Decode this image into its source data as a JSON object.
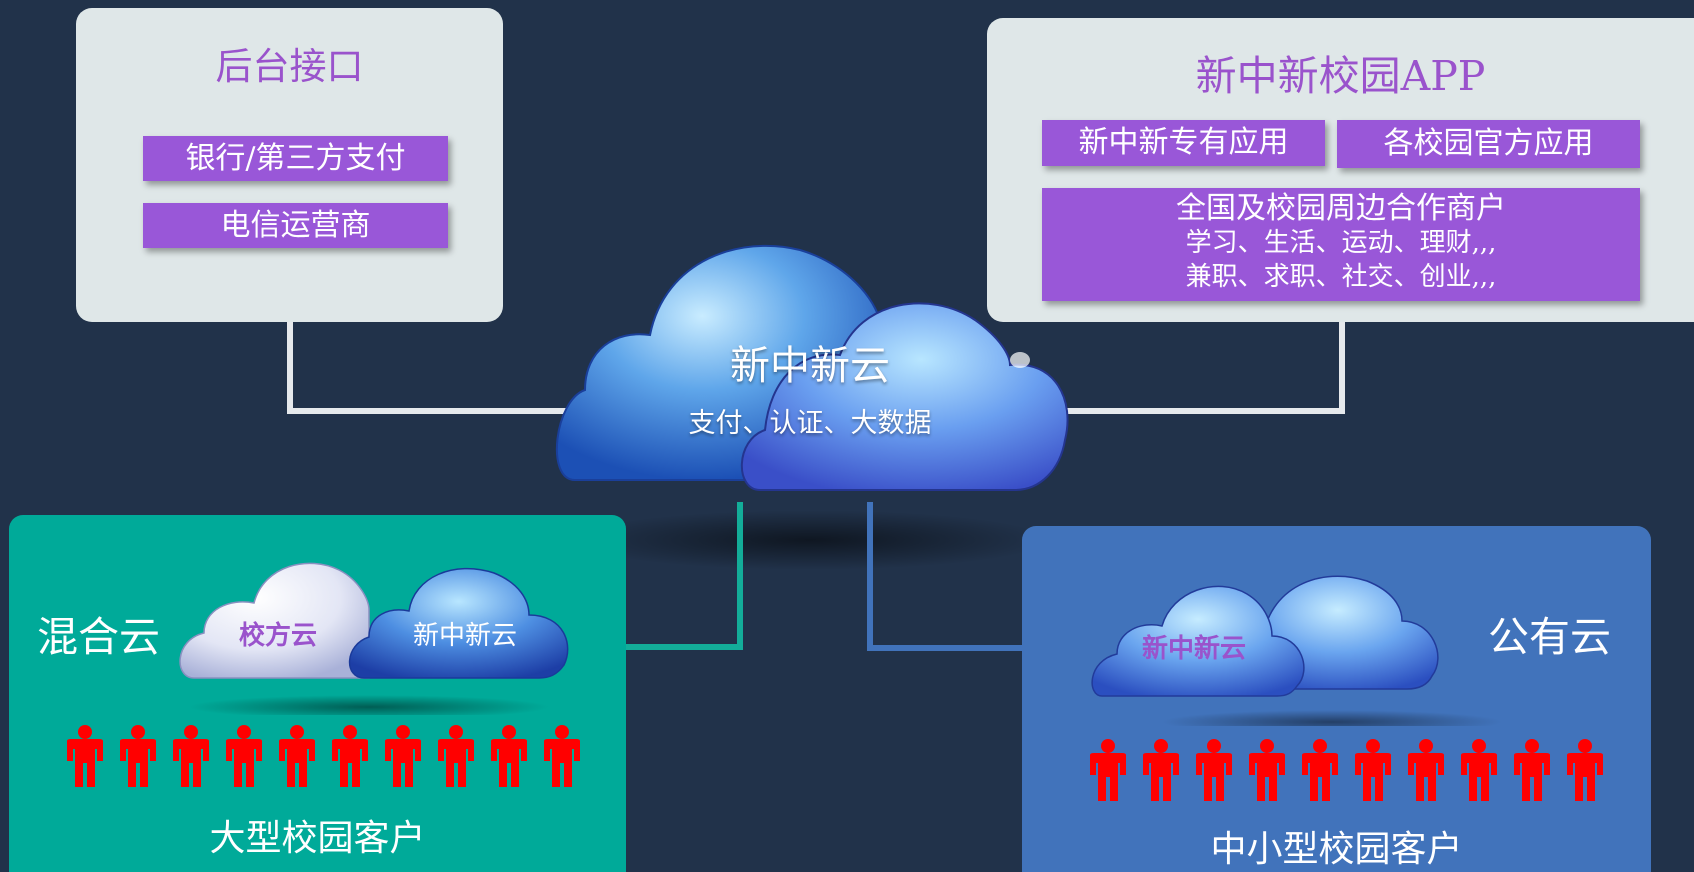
{
  "backend": {
    "title": "后台接口",
    "items": [
      "银行/第三方支付",
      "电信运营商"
    ]
  },
  "app": {
    "title": "新中新校园APP",
    "exclusive": "新中新专有应用",
    "official": "各校园官方应用",
    "merchants": [
      "全国及校园周边合作商户",
      "学习、生活、运动、理财,,,",
      "兼职、求职、社交、创业,,,"
    ]
  },
  "main_cloud": {
    "title": "新中新云",
    "subtitle": "支付、认证、大数据"
  },
  "hybrid": {
    "label": "混合云",
    "school_cloud": "校方云",
    "xzx_cloud": "新中新云",
    "customers": "大型校园客户",
    "people_count": 10
  },
  "public": {
    "label": "公有云",
    "xzx_cloud": "新中新云",
    "customers": "中小型校园客户",
    "people_count": 10
  },
  "colors": {
    "background": "#21324a",
    "panel_light": "#dfe7e8",
    "purple": "#9957d8",
    "teal": "#00aa99",
    "blue_panel": "#4173bb",
    "person_red": "#ff0000"
  }
}
